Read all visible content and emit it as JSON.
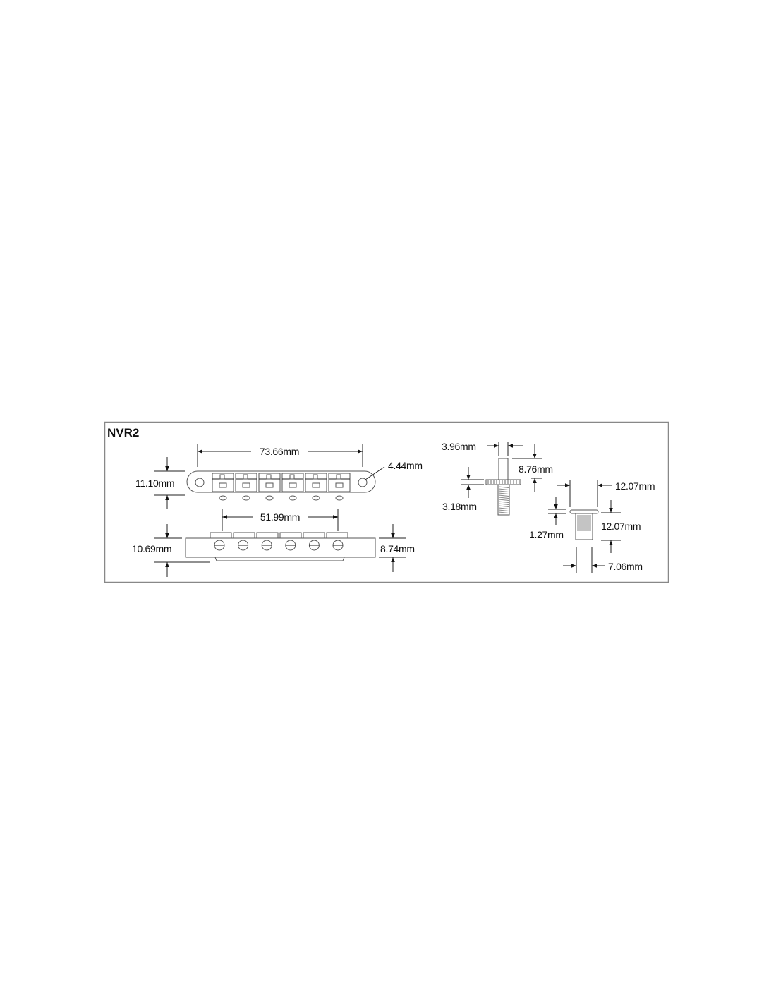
{
  "diagram": {
    "title": "NVR2",
    "bridge_top": {
      "length": "73.66mm",
      "height": "11.10mm",
      "hole": "4.44mm"
    },
    "bridge_side": {
      "saddle_span": "51.99mm",
      "overall_height": "10.69mm",
      "body_height": "8.74mm"
    },
    "stud": {
      "diameter": "3.96mm",
      "height": "8.76mm",
      "flange": "3.18mm"
    },
    "insert": {
      "flange_diameter": "12.07mm",
      "flange_thickness": "1.27mm",
      "length": "12.07mm",
      "body_diameter": "7.06mm"
    }
  }
}
